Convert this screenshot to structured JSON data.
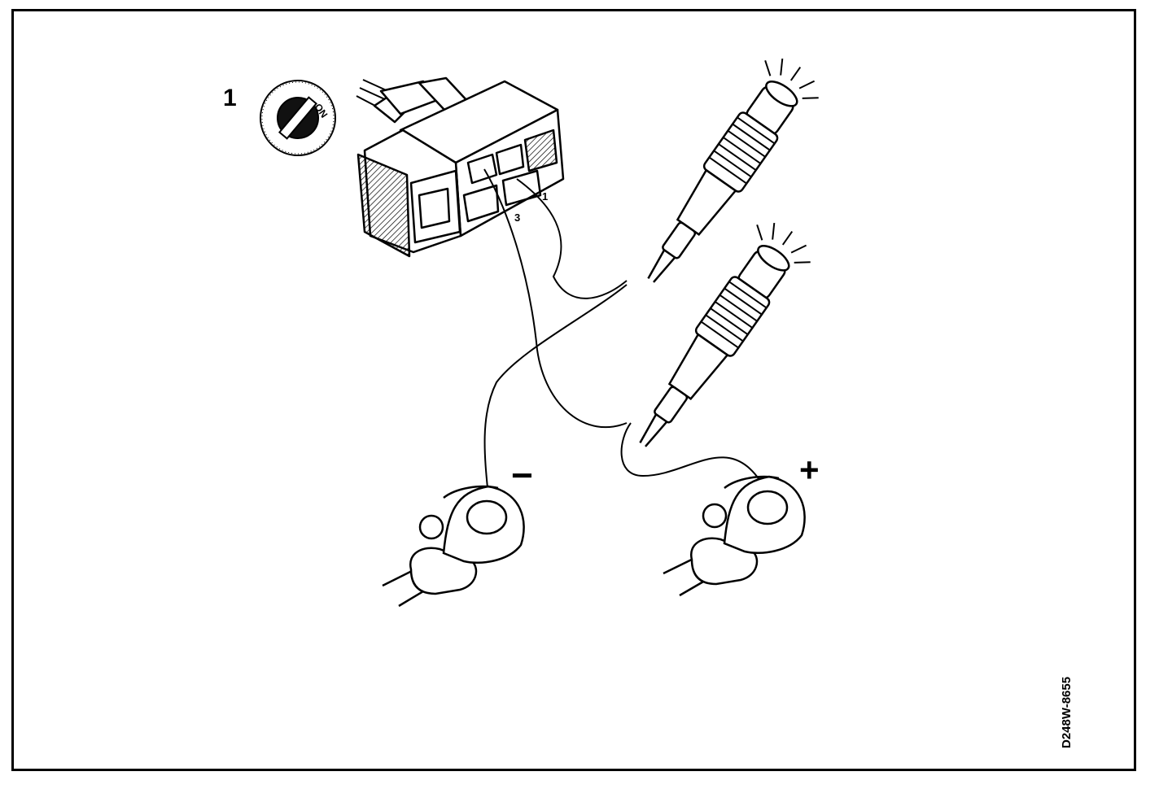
{
  "labels": {
    "step_number": "1",
    "key_on": "ON",
    "pin_3": "3",
    "pin_1": "1",
    "negative_sign": "−",
    "positive_sign": "+",
    "figure_code": "D248W-8655"
  },
  "icons": {
    "ignition_key": "ignition-switch-on-icon",
    "test_lamp": "test-lamp-lit-icon",
    "battery_terminal": "battery-terminal-icon"
  }
}
